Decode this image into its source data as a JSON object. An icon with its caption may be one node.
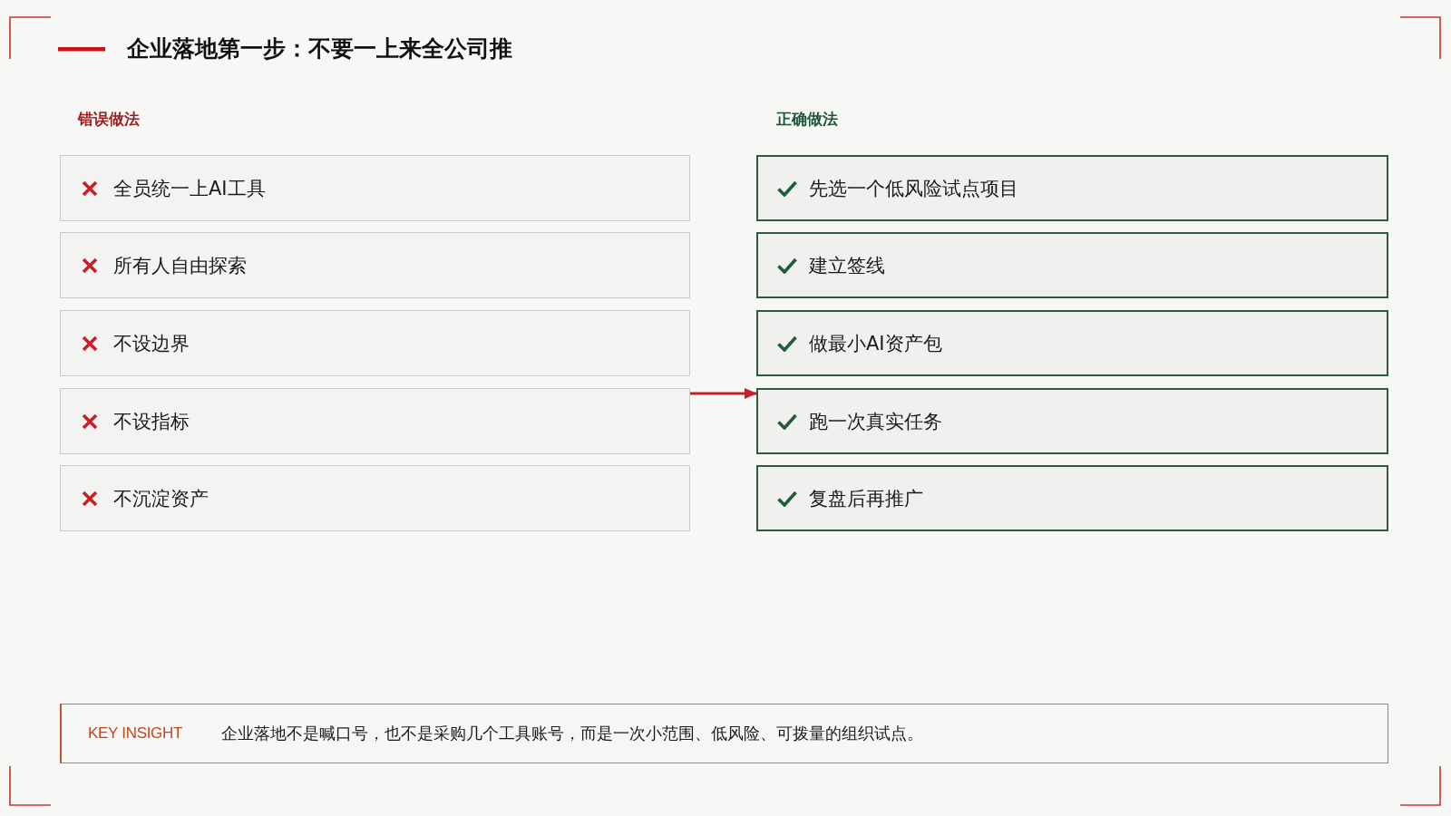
{
  "diagram": {
    "title": "企业落地第一步：不要一上来全公司推",
    "nodes": [
      {
        "text": [
          "全员统一上AI工具"
        ]
      },
      {
        "text": [
          "所有人自由探索"
        ]
      },
      {
        "text": [
          "不设边界"
        ]
      },
      {
        "text": [
          "不设指标"
        ]
      },
      {
        "text": [
          "不沉淀资产"
        ]
      },
      {
        "text": [
          "先选一个低风险试点项目"
        ]
      },
      {
        "text": [
          "建立签线"
        ]
      },
      {
        "text": [
          "做最小AI资产包"
        ]
      },
      {
        "text": [
          "跑一次真实任务"
        ]
      },
      {
        "text": [
          "复盘后再推广"
        ]
      },
      {
        "text": [
          "KEY INSIGHT",
          "企业落地不是喊口号，也不是采购几个工具账号，而是一次小范围、低风险、可拨量的组织试点。"
        ]
      }
    ],
    "edges": [
      {
        "from": 3,
        "to": 8,
        "arrow": "to"
      }
    ],
    "labels": [
      "错误做法",
      "正确做法"
    ]
  }
}
